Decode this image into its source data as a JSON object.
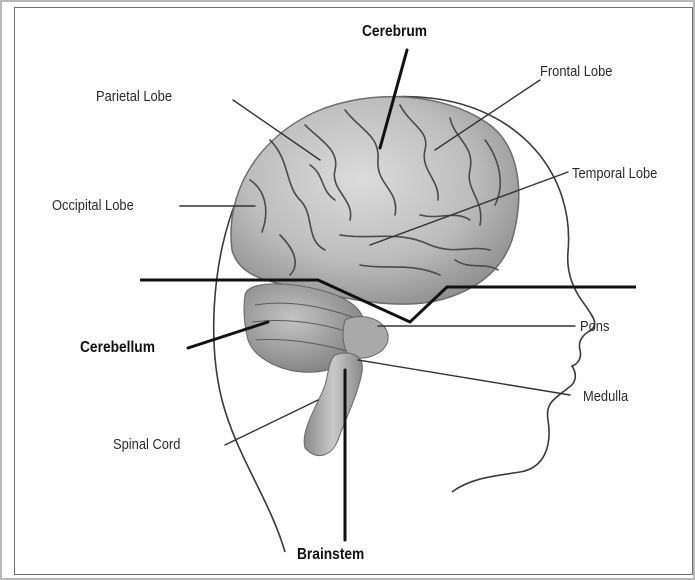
{
  "diagram": {
    "labels": {
      "cerebrum": "Cerebrum",
      "frontal_lobe": "Frontal Lobe",
      "parietal_lobe": "Parietal Lobe",
      "temporal_lobe": "Temporal Lobe",
      "occipital_lobe": "Occipital Lobe",
      "cerebellum": "Cerebellum",
      "pons": "Pons",
      "medulla": "Medulla",
      "spinal_cord": "Spinal Cord",
      "brainstem": "Brainstem"
    }
  }
}
